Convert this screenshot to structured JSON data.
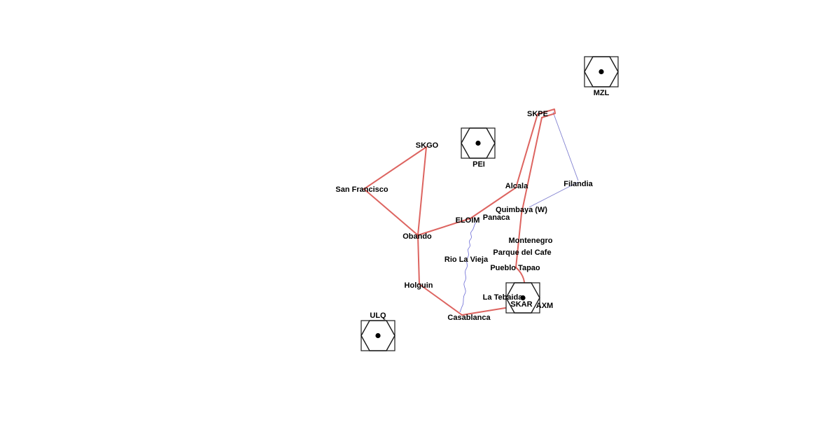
{
  "map": {
    "colors": {
      "route": "#d9534f",
      "route_light": "#e8a0a0",
      "river": "#5a5ad0",
      "link": "#6b6bc8",
      "airport_stroke": "#1a1a1a",
      "background": "#ffffff"
    },
    "airports": [
      {
        "code": "MZL",
        "icon": "airport-icon"
      },
      {
        "code": "PEI",
        "icon": "airport-icon"
      },
      {
        "code": "ULQ",
        "icon": "airport-icon"
      },
      {
        "code": "AXM",
        "icon": "airport-icon"
      }
    ],
    "nodes": {
      "skpe": "SKPE",
      "skgo": "SKGO",
      "san_francisco": "San Francisco",
      "alcala": "Alcala",
      "filandia": "Filandia",
      "quimbaya": "Quimbaya (W)",
      "eloim": "ELOIM",
      "panaca": "Panaca",
      "obando": "Obando",
      "montenegro": "Montenegro",
      "parque_del_cafe": "Parque del Cafe",
      "rio_la_vieja": "Rio La Vieja",
      "pueblo_tapao": "Pueblo Tapao",
      "holguin": "Holguin",
      "la_tebaida": "La Tebaida",
      "skar": "SKAR",
      "casablanca": "Casablanca"
    }
  }
}
